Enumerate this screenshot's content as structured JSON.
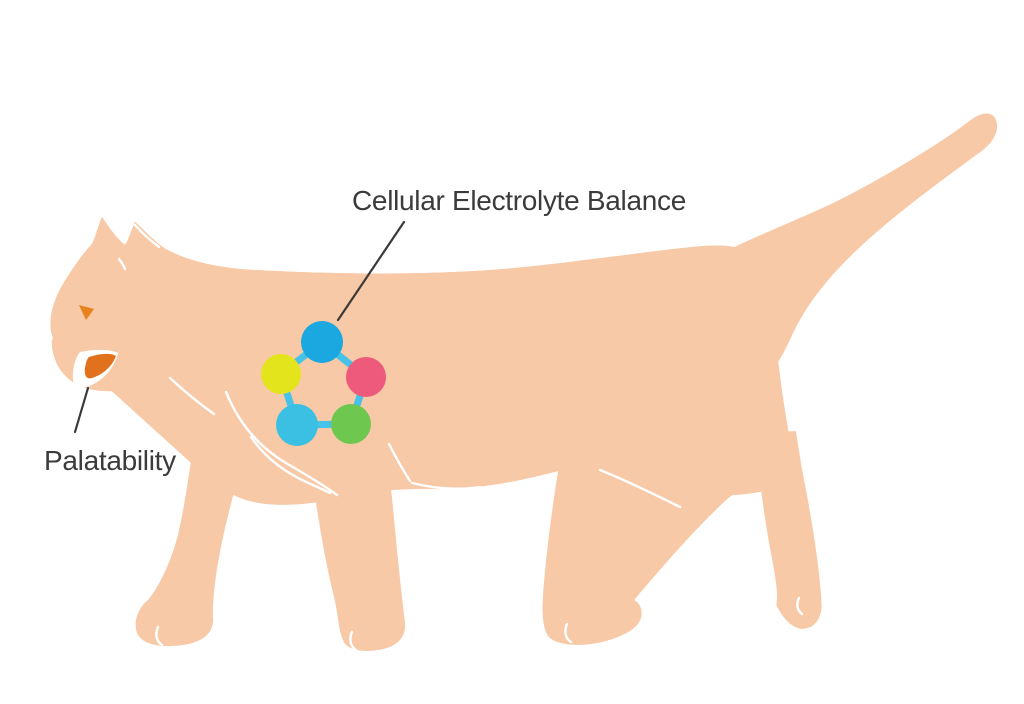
{
  "annotations": [
    {
      "label": "Cellular Electrolyte Balance",
      "points_to": "electrolyte-molecule"
    },
    {
      "label": "Palatability",
      "points_to": "cat-mouth"
    }
  ],
  "molecule": {
    "name": "electrolyte-molecule",
    "nodes": [
      {
        "id": "top",
        "color": "#1BA7E0"
      },
      {
        "id": "left",
        "color": "#E3E41C"
      },
      {
        "id": "right",
        "color": "#EE5A7C"
      },
      {
        "id": "bottom-left",
        "color": "#3BC0E3"
      },
      {
        "id": "bottom-right",
        "color": "#6EC84F"
      }
    ],
    "bond_color": "#47C2E8"
  },
  "colors": {
    "background": "#FFFFFF",
    "body": "#F8C9A6",
    "body_detail_lines": "#FFFFFF",
    "eye": "#E8821C",
    "tongue": "#E2711D",
    "label_text": "#3B3B3B",
    "leader_line": "#3A3A3A"
  }
}
